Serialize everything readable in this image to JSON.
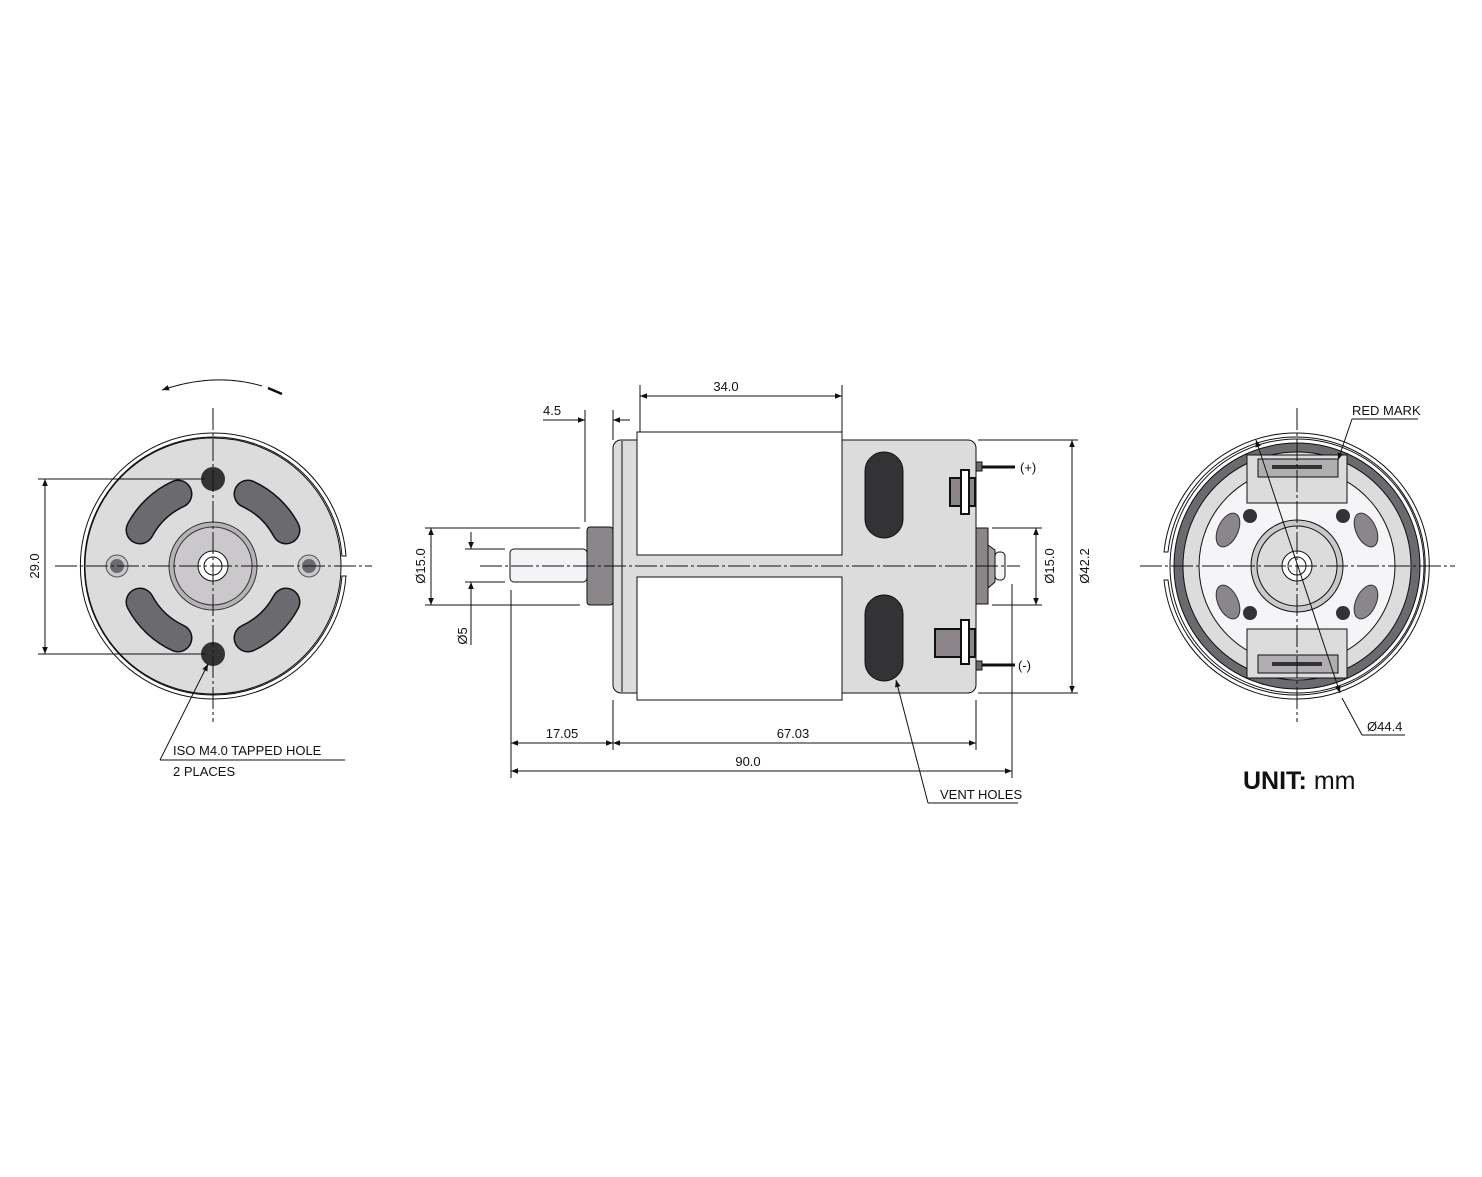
{
  "front_view": {
    "dim_hole_spacing": "29.0",
    "tapped_hole_label": "ISO M4.0 TAPPED HOLE",
    "tapped_hole_qty": "2 PLACES",
    "rotation_arrow": "counterclockwise-arrow-icon"
  },
  "side_view": {
    "dim_magnet_length": "34.0",
    "dim_front_offset": "4.5",
    "dim_front_boss_dia": "Ø15.0",
    "dim_shaft_dia": "Ø5",
    "dim_shaft_length": "17.05",
    "dim_body_length": "67.03",
    "dim_total_length": "90.0",
    "dim_rear_boss_dia": "Ø15.0",
    "dim_body_dia": "Ø42.2",
    "terminal_positive": "(+)",
    "terminal_negative": "(-)",
    "vent_holes_label": "VENT HOLES"
  },
  "rear_view": {
    "red_mark_label": "RED MARK",
    "dim_outer_dia": "Ø44.4"
  },
  "unit": {
    "label": "UNIT:",
    "value": "mm"
  },
  "colors": {
    "body": "#dddcdd",
    "dark": "#333235",
    "slot": "#6b6a6e",
    "boss": "#8a8689"
  }
}
